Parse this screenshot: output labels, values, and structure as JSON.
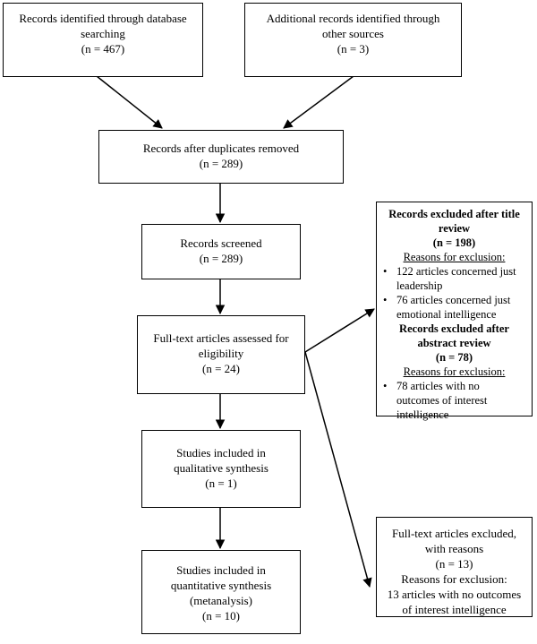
{
  "boxes": {
    "db_search": {
      "lines": [
        "Records identified through database",
        "searching",
        "(n = 467)"
      ]
    },
    "other_sources": {
      "lines": [
        "Additional records identified through",
        "other sources",
        "(n = 3)"
      ]
    },
    "dup_removed": {
      "lines": [
        "Records after duplicates removed",
        "(n = 289)"
      ]
    },
    "screened": {
      "lines": [
        "Records screened",
        "(n = 289)"
      ]
    },
    "fulltext": {
      "lines": [
        "Full-text articles assessed for",
        "eligibility",
        "(n = 24)"
      ]
    },
    "qualitative": {
      "lines": [
        "Studies included in",
        "qualitative synthesis",
        "(n = 1)"
      ]
    },
    "quantitative": {
      "lines": [
        "Studies included in",
        "quantitative synthesis",
        "(metanalysis)",
        "(n = 10)"
      ]
    },
    "excluded_records": {
      "title_head": [
        "Records excluded after title",
        "review",
        "(n = 198)"
      ],
      "title_reasons_label": "Reasons for exclusion:",
      "title_bullets": [
        [
          "122 articles concerned just",
          "leadership"
        ],
        [
          "76 articles concerned just",
          "emotional intelligence"
        ]
      ],
      "abstract_head": [
        "Records excluded after",
        "abstract review",
        "(n = 78)"
      ],
      "abstract_reasons_label": "Reasons for exclusion:",
      "abstract_bullets": [
        [
          "78 articles with no",
          "outcomes of interest",
          "intelligence"
        ]
      ]
    },
    "fulltext_excluded": {
      "lines": [
        "Full-text articles excluded,",
        "with reasons",
        "(n = 13)",
        "Reasons for exclusion:",
        "13 articles with no outcomes",
        "of interest intelligence"
      ]
    }
  }
}
